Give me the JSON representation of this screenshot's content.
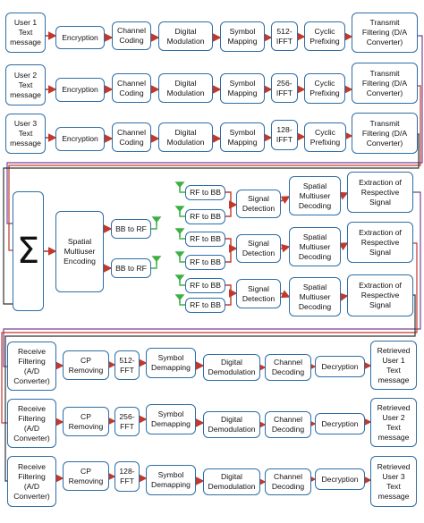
{
  "diagram": {
    "nodes": {
      "tx1": {
        "user": "User 1\nText\nmessage",
        "enc": "Encryption",
        "cc": "Channel\nCoding",
        "dm": "Digital\nModulation",
        "sm": "Symbol\nMapping",
        "ifft": "512-\nIFFT",
        "cp": "Cyclic\nPrefixing",
        "tf": "Transmit\nFiltering (D/A\nConverter)"
      },
      "tx2": {
        "user": "User 2\nText\nmessage",
        "enc": "Encryption",
        "cc": "Channel\nCoding",
        "dm": "Digital\nModulation",
        "sm": "Symbol\nMapping",
        "ifft": "256-\nIFFT",
        "cp": "Cyclic\nPrefixing",
        "tf": "Transmit\nFiltering (D/A\nConverter)"
      },
      "tx3": {
        "user": "User 3\nText\nmessage",
        "enc": "Encryption",
        "cc": "Channel\nCoding",
        "dm": "Digital\nModulation",
        "sm": "Symbol\nMapping",
        "ifft": "128-\nIFFT",
        "cp": "Cyclic\nPrefixing",
        "tf": "Transmit\nFiltering (D/A\nConverter)"
      },
      "mid": {
        "sum": "Σ",
        "sme": "Spatial\nMultiuser\nEncoding",
        "bbrf1": "BB to RF",
        "bbrf2": "BB to RF",
        "rfbb": [
          "RF to BB",
          "RF to BB",
          "RF to BB",
          "RF to BB",
          "RF to BB",
          "RF to BB"
        ],
        "sd1": "Signal\nDetection",
        "sd2": "Signal\nDetection",
        "sd3": "Signal\nDetection",
        "smd1": "Spatial\nMultiuser\nDecoding",
        "smd2": "Spatial\nMultiuser\nDecoding",
        "smd3": "Spatial\nMultiuser\nDecoding",
        "ext1": "Extraction of\nRespective\nSignal",
        "ext2": "Extraction of\nRespective\nSignal",
        "ext3": "Extraction of\nRespective\nSignal"
      },
      "rx1": {
        "rf": "Receive\nFiltering\n(A/D\nConverter)",
        "cp": "CP\nRemoving",
        "fft": "512-\nFFT",
        "sd": "Symbol\nDemapping",
        "dd": "Digital\nDemodulation",
        "cd": "Channel\nDecoding",
        "dec": "Decryption",
        "ret": "Retrieved\nUser 1\nText\nmessage"
      },
      "rx2": {
        "rf": "Receive\nFiltering\n(A/D\nConverter)",
        "cp": "CP\nRemoving",
        "fft": "256-\nFFT",
        "sd": "Symbol\nDemapping",
        "dd": "Digital\nDemodulation",
        "cd": "Channel\nDecoding",
        "dec": "Decryption",
        "ret": "Retrieved\nUser 2\nText\nmessage"
      },
      "rx3": {
        "rf": "Receive\nFiltering\n(A/D\nConverter)",
        "cp": "CP\nRemoving",
        "fft": "128-\nFFT",
        "sd": "Symbol\nDemapping",
        "dd": "Digital\nDemodulation",
        "cd": "Channel\nDecoding",
        "dec": "Decryption",
        "ret": "Retrieved\nUser 3\nText\nmessage"
      }
    },
    "colors": {
      "box_border": "#2e6ea6",
      "arrow": "#c0392b",
      "antenna": "#3cb043",
      "route_user1": "#7a3f98",
      "route_user2": "#c0392b",
      "route_user3": "#333333",
      "route_antenna": "#3cb043"
    }
  }
}
